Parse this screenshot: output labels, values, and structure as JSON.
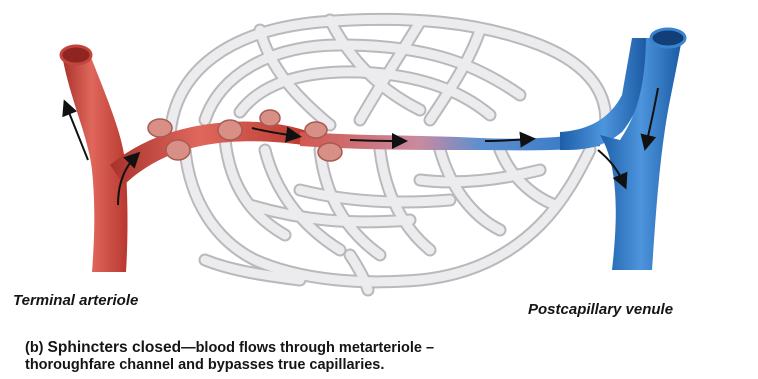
{
  "labels": {
    "arteriole": "Terminal arteriole",
    "venule": "Postcapillary venule"
  },
  "caption": {
    "tag": "(b)",
    "heading": "Sphincters closed",
    "line1": "—blood flows through metarteriole –",
    "line2": "thoroughfare channel and bypasses true capillaries."
  },
  "colors": {
    "arteriole": "#c9443d",
    "venule": "#2a73c4",
    "capillary": "#e6e6e8",
    "sphincter": "#d88f86"
  }
}
